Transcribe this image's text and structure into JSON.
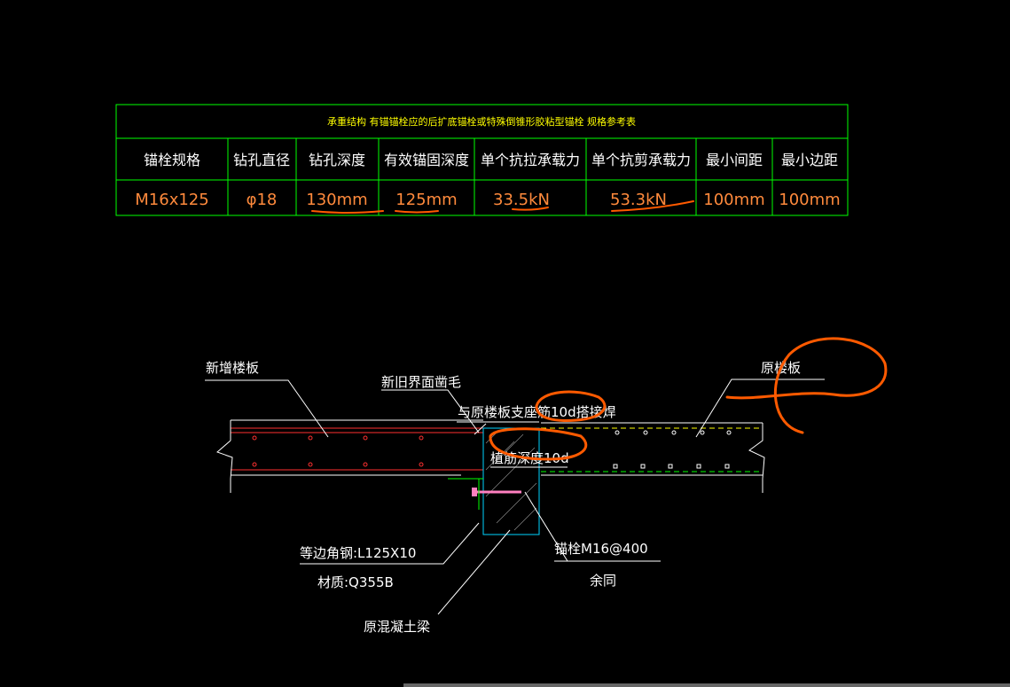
{
  "table": {
    "title": "承重结构 有锚锚栓应的后扩底锚栓或特殊倒锥形胶粘型锚栓 规格参考表",
    "headers": [
      "锚栓规格",
      "钻孔直径",
      "钻孔深度",
      "有效锚固深度",
      "单个抗拉承载力",
      "单个抗剪承载力",
      "最小间距",
      "最小边距"
    ],
    "values": [
      "M16x125",
      "φ18",
      "130mm",
      "125mm",
      "33.5kN",
      "53.3kN",
      "100mm",
      "100mm"
    ]
  },
  "drawing": {
    "new_slab": "新增楼板",
    "interface": "新旧界面凿毛",
    "weld_note": "与原楼板支座筋10d搭接焊",
    "plant_depth": "植筋深度10d",
    "orig_slab": "原楼板",
    "angle_steel": "等边角钢:L125X10",
    "material": "材质:Q355B",
    "anchor": "锚栓M16@400",
    "same": "余同",
    "beam": "原混凝土梁"
  },
  "colors": {
    "background": "#000000",
    "table_line": "#00ff00",
    "header_title": "#ffff00",
    "header_text": "#ffffff",
    "value_text": "#ff8a3c",
    "annotation": "#ff5a00",
    "slab_new": "#ff3030",
    "slab_old": "#ffffff",
    "beam": "#00d4ff"
  }
}
